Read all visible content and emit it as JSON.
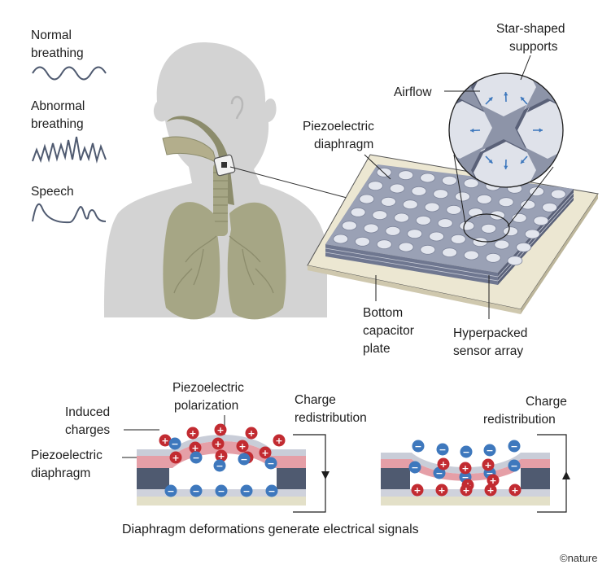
{
  "labels": {
    "normal_breathing": [
      "Normal",
      "breathing"
    ],
    "abnormal_breathing": [
      "Abnormal",
      "breathing"
    ],
    "speech": "Speech",
    "star_supports": [
      "Star-shaped",
      "supports"
    ],
    "airflow": "Airflow",
    "piezo_diaphragm_top": [
      "Piezoelectric",
      "diaphragm"
    ],
    "bottom_plate": [
      "Bottom",
      "capacitor",
      "plate"
    ],
    "sensor_array": [
      "Hyperpacked",
      "sensor array"
    ],
    "piezo_polarization": [
      "Piezoelectric",
      "polarization"
    ],
    "induced_charges": [
      "Induced",
      "charges"
    ],
    "piezo_diaphragm_left": [
      "Piezoelectric",
      "diaphragm"
    ],
    "charge_redistribution_1": [
      "Charge",
      "redistribution"
    ],
    "charge_redistribution_2": [
      "Charge",
      "redistribution"
    ]
  },
  "caption": "Diaphragm deformations generate electrical signals",
  "credit": "©nature",
  "colors": {
    "skin": "#d3d3d3",
    "lung": "#a6a685",
    "airway": "#8c8c6c",
    "navy": "#4f5a70",
    "pink": "#e59fa7",
    "positive": "#c22b31",
    "negative": "#3e78bd",
    "plate": "#ece7d2"
  }
}
